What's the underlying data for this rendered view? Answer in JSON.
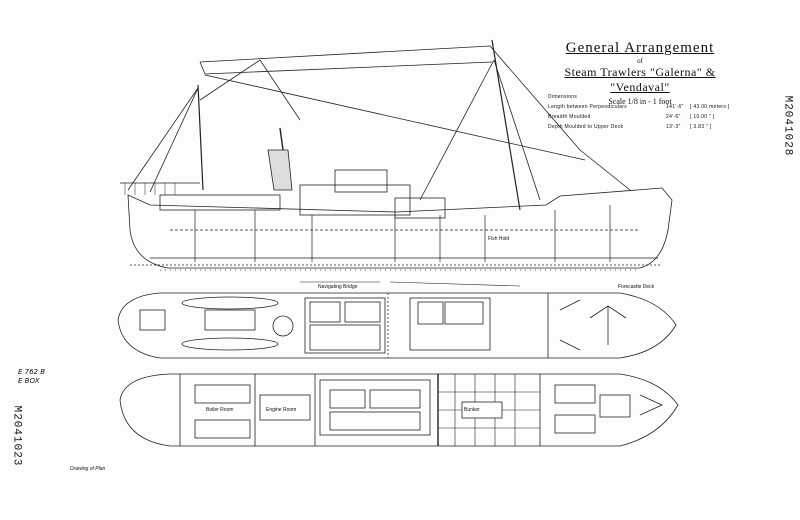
{
  "title": {
    "heading": "General Arrangement",
    "of": "of",
    "subject": "Steam Trawlers \"Galerna\" & \"Vendaval\"",
    "scale": "Scale 1/8 in - 1 foot"
  },
  "dimensions": {
    "heading": "Dimensions",
    "rows": [
      {
        "label": "Length between Perpendiculars",
        "feet": "141'-6\"",
        "metric": "[ 43.00 meters ]"
      },
      {
        "label": "Breadth Moulded",
        "feet": "24'-6\"",
        "metric": "[ 10.00 \" ]"
      },
      {
        "label": "Depth Moulded to Upper Deck",
        "feet": "13'-3\"",
        "metric": "[ 3.83 \" ]"
      }
    ]
  },
  "reference_number": "M2041028",
  "reference_number_left": "M2041023",
  "drawing_ref": {
    "line1": "E 762 B",
    "line2": "E BOX"
  },
  "labels": {
    "navigating_bridge": "Navigating Bridge",
    "forecastle_deck": "Forecastle Deck",
    "fish_hold": "Fish Hold",
    "engine_room": "Engine Room",
    "boiler_room": "Boiler Room",
    "bunker": "Bunker",
    "plan_note": "Drawing of Plan"
  }
}
